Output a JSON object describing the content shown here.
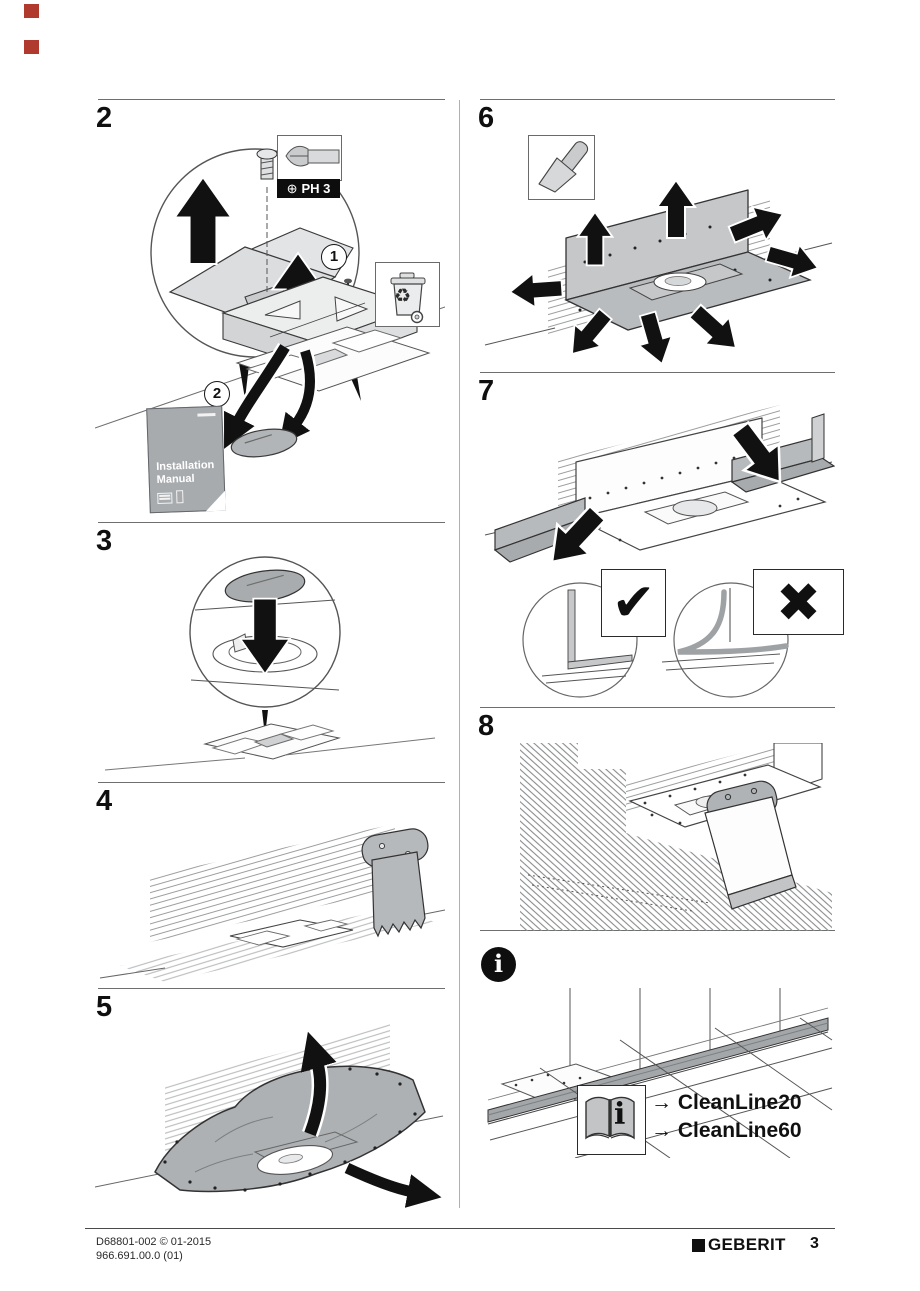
{
  "steps": {
    "step2": {
      "number": "2",
      "bit_symbol": "⊕",
      "bit_label": "PH 3",
      "callout_1": "1",
      "callout_2": "2",
      "recycle_symbol": "♻",
      "manual_title": "Installation Manual"
    },
    "step3": {
      "number": "3"
    },
    "step4": {
      "number": "4"
    },
    "step5": {
      "number": "5"
    },
    "step6": {
      "number": "6"
    },
    "step7": {
      "number": "7",
      "correct_mark": "✔",
      "wrong_mark": "✖"
    },
    "step8": {
      "number": "8"
    }
  },
  "info": {
    "icon_glyph": "i",
    "book_glyph": "i",
    "reference_1": "→ CleanLine20",
    "reference_2": "→ CleanLine60"
  },
  "footer": {
    "doc_number": "D68801-002 © 01-2015",
    "article_number": "966.691.00.0 (01)",
    "brand": "GEBERIT",
    "page": "3"
  },
  "colors": {
    "accent_red": "#b03a2e",
    "ink": "#111111",
    "membrane_gray": "#b0b3b5",
    "light_gray": "#d9dadb"
  }
}
